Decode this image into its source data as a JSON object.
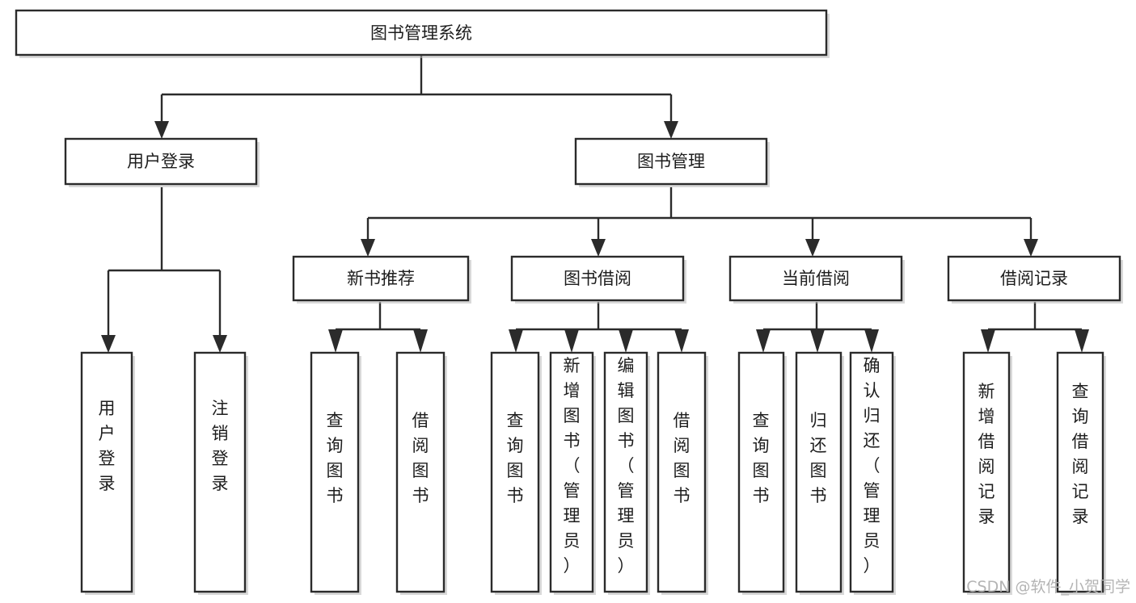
{
  "diagram": {
    "type": "hierarchy-tree",
    "title": "图书管理系统",
    "orientation": "top-down",
    "levels": 4,
    "colors": {
      "box_stroke": "#2b2b2b",
      "box_fill": "#ffffff",
      "connector": "#2b2b2b",
      "text": "#1d1d1d",
      "watermark": "#b4b4b4",
      "background": "#ffffff"
    },
    "root": {
      "label": "图书管理系统"
    },
    "level2": [
      {
        "label": "用户登录"
      },
      {
        "label": "图书管理"
      }
    ],
    "level3": [
      {
        "label": "新书推荐"
      },
      {
        "label": "图书借阅"
      },
      {
        "label": "当前借阅"
      },
      {
        "label": "借阅记录"
      }
    ],
    "leaves": {
      "user_login": [
        {
          "label": "用户登录"
        },
        {
          "label": "注销登录"
        }
      ],
      "new_book_recommend": [
        {
          "label": "查询图书"
        },
        {
          "label": "借阅图书"
        }
      ],
      "book_borrow": [
        {
          "label": "查询图书"
        },
        {
          "label": "新增图书（管理员）"
        },
        {
          "label": "编辑图书（管理员）"
        },
        {
          "label": "借阅图书"
        }
      ],
      "current_borrow": [
        {
          "label": "查询图书"
        },
        {
          "label": "归还图书"
        },
        {
          "label": "确认归还（管理员）"
        }
      ],
      "borrow_record": [
        {
          "label": "新增借阅记录"
        },
        {
          "label": "查询借阅记录"
        }
      ]
    }
  },
  "watermark": {
    "text": "CSDN @软件_小贺同学"
  }
}
